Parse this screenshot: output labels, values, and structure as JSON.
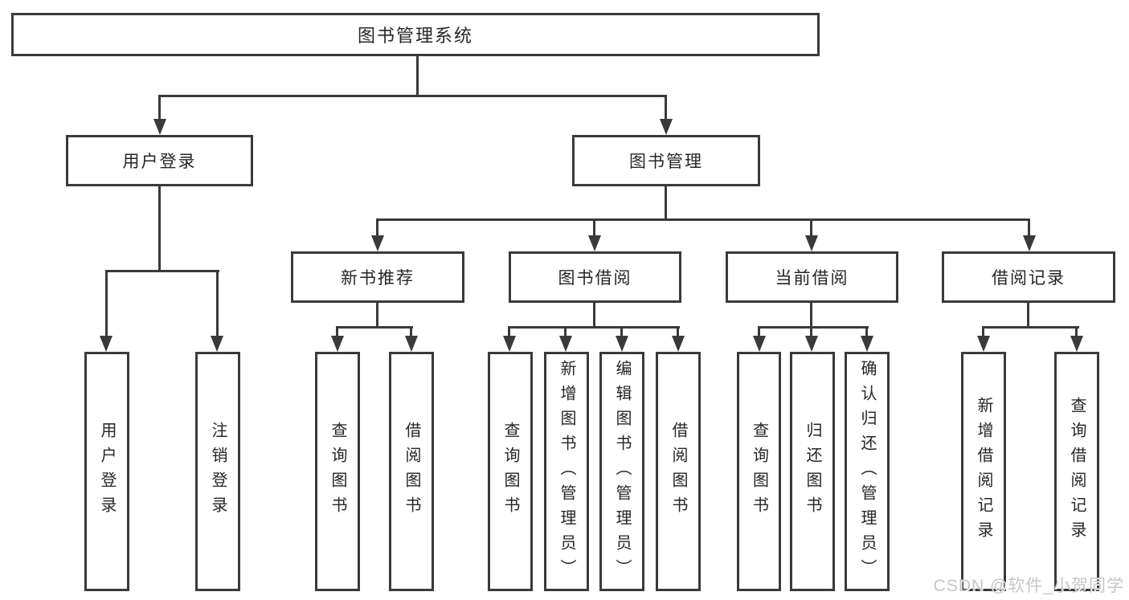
{
  "title": {
    "label": "图书管理系统"
  },
  "level2": {
    "user_login": {
      "label": "用户登录"
    },
    "book_management": {
      "label": "图书管理"
    }
  },
  "level3": {
    "new_book_recommend": {
      "label": "新书推荐"
    },
    "book_borrow": {
      "label": "图书借阅"
    },
    "current_borrow": {
      "label": "当前借阅"
    },
    "borrow_records": {
      "label": "借阅记录"
    }
  },
  "leaves": {
    "user_login": {
      "label": "用户登录"
    },
    "logout": {
      "label": "注销登录"
    },
    "nb_query_books": {
      "label": "查询图书"
    },
    "nb_borrow_books": {
      "label": "借阅图书"
    },
    "bb_query_books": {
      "label": "查询图书"
    },
    "bb_add_books": {
      "label": "新增图书（管理员）"
    },
    "bb_edit_books": {
      "label": "编辑图书（管理员）"
    },
    "bb_borrow_books": {
      "label": "借阅图书"
    },
    "cb_query_books": {
      "label": "查询图书"
    },
    "cb_return_books": {
      "label": "归还图书"
    },
    "cb_confirm_return": {
      "label": "确认归还（管理员）"
    },
    "br_add_record": {
      "label": "新增借阅记录"
    },
    "br_query_record": {
      "label": "查询借阅记录"
    }
  },
  "watermark": {
    "text": "CSDN @软件_小贺同学"
  },
  "colors": {
    "line": "#3a3a3a",
    "text": "#262626",
    "watermark": "#c6c6c6"
  }
}
